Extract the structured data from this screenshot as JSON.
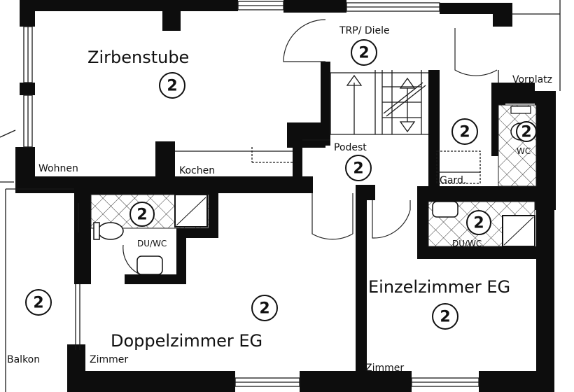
{
  "rooms": {
    "zirbenstube": {
      "name": "Zirbenstube",
      "badge": "2"
    },
    "wohnen": {
      "name": "Wohnen"
    },
    "kochen": {
      "name": "Kochen"
    },
    "trp_diele": {
      "name": "TRP/ Diele",
      "badge": "2"
    },
    "vorplatz": {
      "name": "Vorplatz"
    },
    "podest": {
      "name": "Podest",
      "badge": "2"
    },
    "gard": {
      "name": "Gard.",
      "badge": "2"
    },
    "wc": {
      "name": "WC",
      "badge": "2"
    },
    "du_wc_left": {
      "name": "DU/WC",
      "badge": "2"
    },
    "du_wc_right": {
      "name": "DU/WC",
      "badge": "2"
    },
    "balkon": {
      "name": "Balkon",
      "badge": "2"
    },
    "doppelzimmer": {
      "name": "Doppelzimmer EG",
      "sublabel": "Zimmer",
      "badge": "2"
    },
    "einzelzimmer": {
      "name": "Einzelzimmer EG",
      "sublabel": "Zimmer",
      "badge": "2"
    }
  },
  "colors": {
    "wall": "#0d0d0d",
    "background": "#ffffff",
    "line": "#1a1a1a"
  }
}
